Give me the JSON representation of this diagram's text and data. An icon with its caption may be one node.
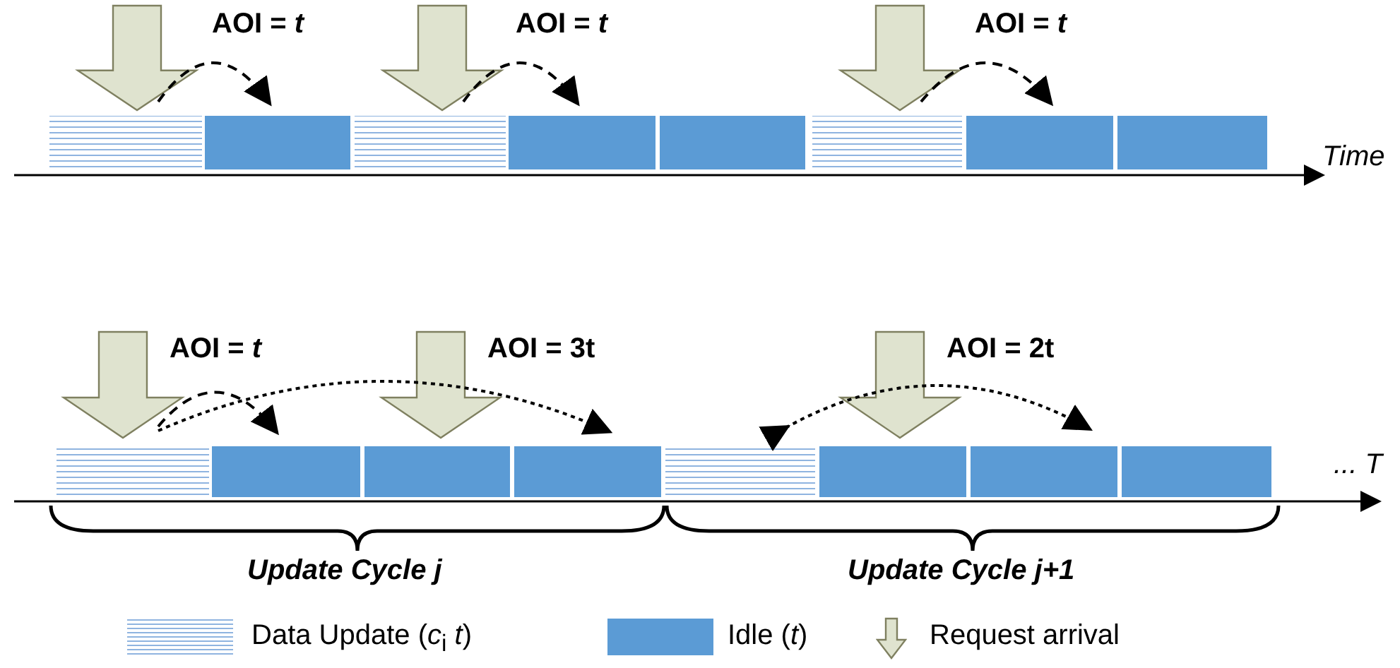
{
  "diagram": {
    "labels": [
      "AOI = *t*",
      "AOI = *t*",
      "AOI = *t*",
      "Time",
      "AOI = *t*",
      "AOI = 3t",
      "AOI = 2t",
      "... T",
      "Update Cycle j",
      "Update Cycle j+1"
    ],
    "legend": [
      {
        "text": "Data Update (*c*$_{i}$ *t*)"
      },
      {
        "text": "Idle (*t*)",
        "color": "#5b9bd5"
      },
      {
        "text": "Request arrival"
      }
    ]
  }
}
